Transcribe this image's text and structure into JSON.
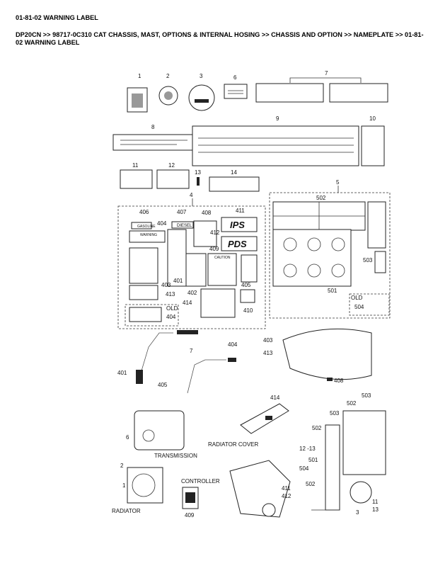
{
  "header": {
    "title": "01-81-02 WARNING LABEL",
    "breadcrumb": "DP20CN >> 98717-0C310 CAT CHASSIS, MAST, OPTIONS & INTERNAL HOSING >> CHASSIS AND OPTION >> NAMEPLATE >> 01-81-02 WARNING LABEL"
  },
  "diagram": {
    "callouts": [
      "1",
      "2",
      "3",
      "6",
      "7",
      "8",
      "9",
      "10",
      "11",
      "12",
      "13",
      "14",
      "4",
      "5",
      "406",
      "407",
      "408",
      "411",
      "404",
      "412",
      "409",
      "403",
      "401",
      "402",
      "413",
      "405",
      "414",
      "410",
      "OLD",
      "404",
      "502",
      "503",
      "501",
      "OLD",
      "504",
      "403",
      "413",
      "408",
      "7",
      "404",
      "401",
      "405",
      "414",
      "RADIATOR COVER",
      "6",
      "TRANSMISSION",
      "2",
      "1",
      "RADIATOR",
      "CONTROLLER",
      "409",
      "411",
      "412",
      "503",
      "502",
      "503",
      "502",
      "12 -13",
      "501",
      "504",
      "502",
      "3",
      "11",
      "13"
    ],
    "sticker_text": {
      "gasoline": "GASOLINE",
      "diesel": "DIESEL",
      "warning": "WARNING",
      "caution": "CAUTION",
      "ips": "IPS",
      "pds": "PDS"
    }
  }
}
